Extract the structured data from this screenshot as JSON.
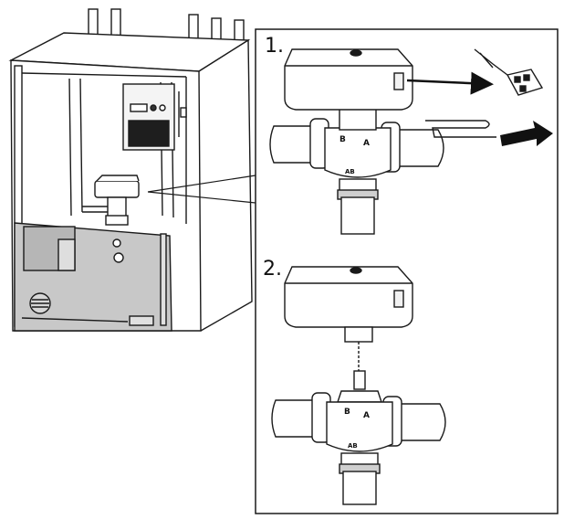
{
  "steps": [
    {
      "label": "1."
    },
    {
      "label": "2."
    }
  ],
  "valve_step1": {
    "port_b": "B",
    "port_a": "A",
    "port_ab": "AB"
  },
  "valve_step2": {
    "port_b": "B",
    "port_a": "A",
    "port_ab": "AB"
  },
  "colors": {
    "line": "#1a1a1a",
    "panel_fill": "#c8c8c8",
    "light_fill": "#f2f2f2",
    "arrow": "#111111"
  }
}
